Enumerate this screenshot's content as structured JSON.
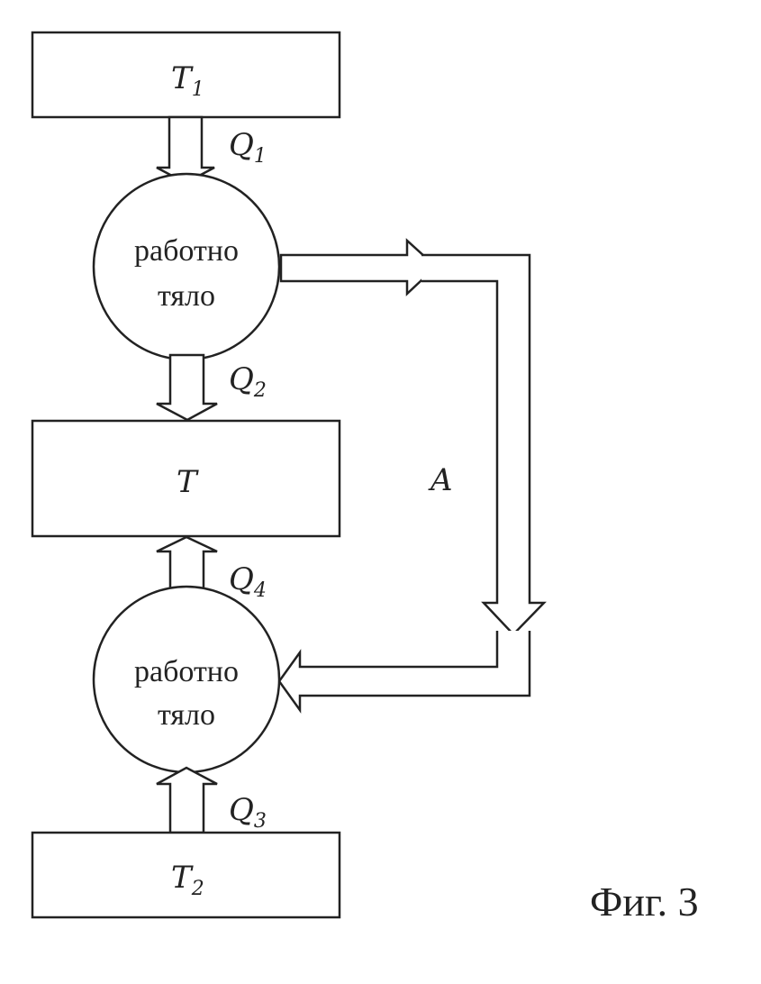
{
  "reservoirs": {
    "hot": {
      "symbol": "T",
      "subscript": "1"
    },
    "middle": {
      "symbol": "T",
      "subscript": ""
    },
    "cold": {
      "symbol": "T",
      "subscript": "2"
    }
  },
  "bodies": {
    "upper": {
      "line1": "работно",
      "line2": "тяло"
    },
    "lower": {
      "line1": "работно",
      "line2": "тяло"
    }
  },
  "flows": {
    "q1": {
      "symbol": "Q",
      "subscript": "1"
    },
    "q2": {
      "symbol": "Q",
      "subscript": "2"
    },
    "q3": {
      "symbol": "Q",
      "subscript": "3"
    },
    "q4": {
      "symbol": "Q",
      "subscript": "4"
    },
    "work": {
      "symbol": "A"
    }
  },
  "caption": "Фиг. 3"
}
